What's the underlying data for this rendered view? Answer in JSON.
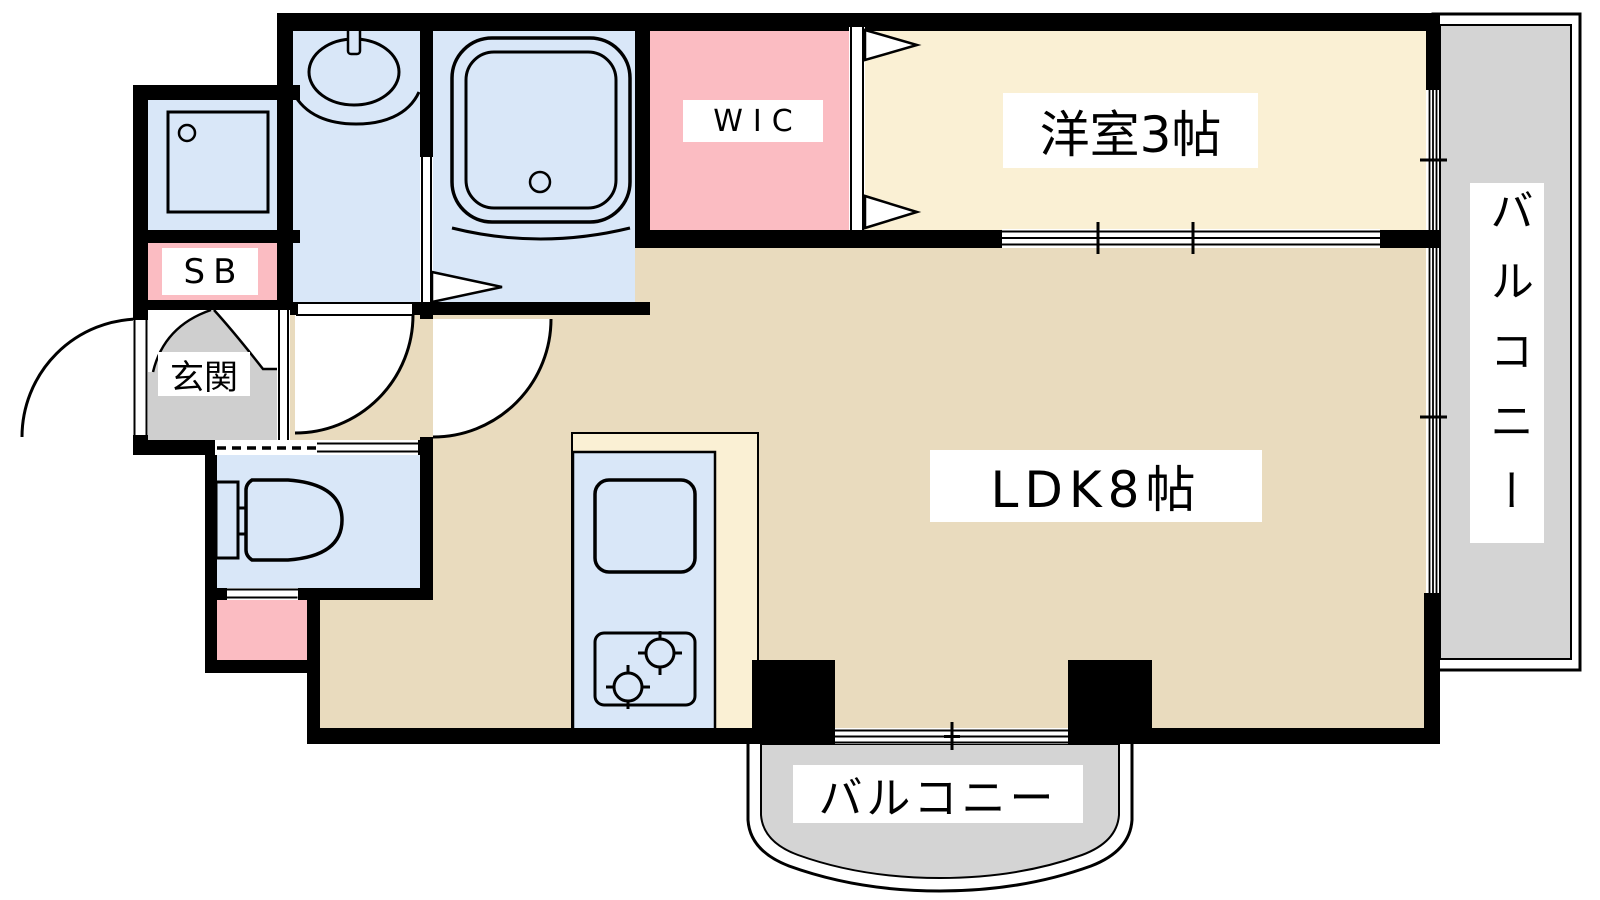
{
  "plan_type": "apartment-floor-plan",
  "rooms": {
    "wic": {
      "label": "WIC"
    },
    "western_room": {
      "label": "洋室3帖"
    },
    "ldk": {
      "label": "LDK8帖"
    },
    "balcony_right": {
      "label": "バルコニー"
    },
    "balcony_bottom": {
      "label": "バルコニー"
    },
    "shoe_box": {
      "label": "SB"
    },
    "entrance": {
      "label": "玄関"
    }
  },
  "fixtures": [
    "shower-tray",
    "washbasin",
    "bathtub",
    "toilet",
    "kitchen-sink",
    "gas-stove",
    "entry-door-swing",
    "washroom-door-swing",
    "ldk-door-swing",
    "folding-door",
    "sliding-window",
    "balcony-railing"
  ],
  "colors": {
    "wall": "#000000",
    "water": "#D9E7F8",
    "pink": "#FBBCC2",
    "cream": "#FAF0D4",
    "beige": "#E9DBBE",
    "balcony": "#D4D4D4",
    "entrance": "#CFCFCF",
    "label_bg": "#FFFFFF",
    "line": "#000000"
  }
}
